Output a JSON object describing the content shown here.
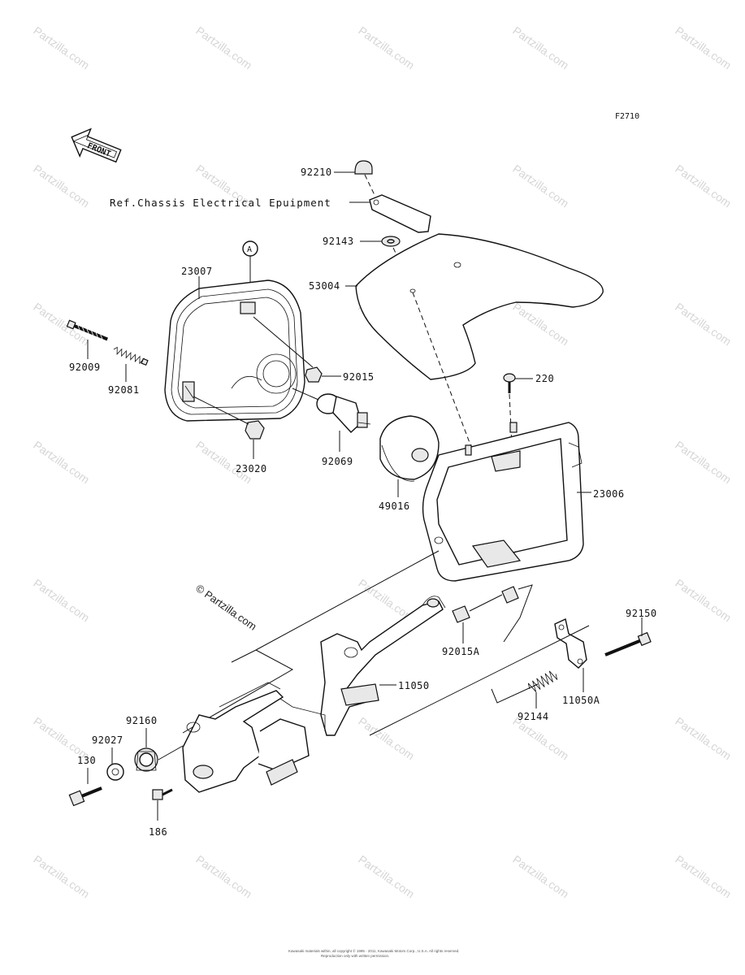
{
  "diagram": {
    "figure_code": "F2710",
    "front_arrow_label": "FRONT",
    "reference_note": "Ref.Chassis Electrical Epuipment",
    "marker_letter": "A",
    "watermark_text": "Partzilla.com",
    "copyright_text": "© Partzilla.com",
    "footer_line1": "Kawasaki materials within, all copyright © 1995 - 2011, Kawasaki Motors Corp., U.S.A. All rights reserved.",
    "footer_line2": "Reproduction only with written permission.",
    "parts": [
      {
        "number": "92210"
      },
      {
        "number": "92143"
      },
      {
        "number": "53004"
      },
      {
        "number": "23007"
      },
      {
        "number": "92009"
      },
      {
        "number": "92081"
      },
      {
        "number": "92015"
      },
      {
        "number": "220"
      },
      {
        "number": "23020"
      },
      {
        "number": "92069"
      },
      {
        "number": "49016"
      },
      {
        "number": "23006"
      },
      {
        "number": "92150"
      },
      {
        "number": "92015A"
      },
      {
        "number": "11050"
      },
      {
        "number": "11050A"
      },
      {
        "number": "92144"
      },
      {
        "number": "92160"
      },
      {
        "number": "92027"
      },
      {
        "number": "130"
      },
      {
        "number": "186"
      }
    ]
  }
}
